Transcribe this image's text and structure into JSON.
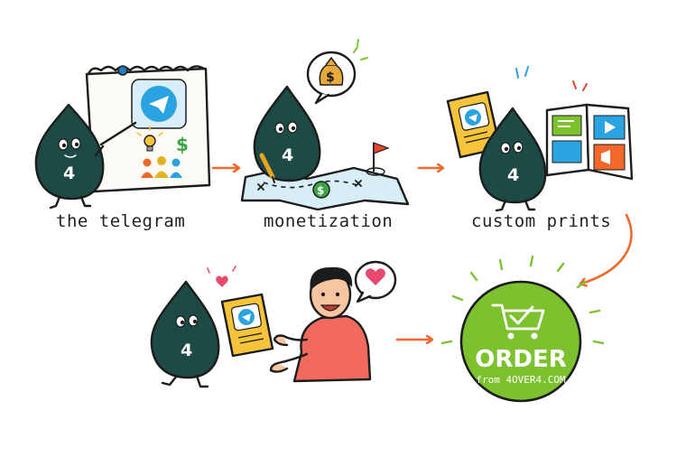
{
  "captions": {
    "step1": "the telegram",
    "step2": "monetization",
    "step3": "custom prints"
  },
  "mascot_number": "4",
  "currency_symbol": "$",
  "order_badge": {
    "title": "ORDER",
    "subtitle": "from 4OVER4.COM"
  },
  "colors": {
    "mascot": "#1d4a44",
    "telegram_blue": "#2aa3e0",
    "arrow": "#f2682a",
    "order_green": "#7cc22e",
    "heart": "#e84a6e",
    "person_shirt": "#f26a5e",
    "booklet_yellow": "#f6c43a"
  }
}
